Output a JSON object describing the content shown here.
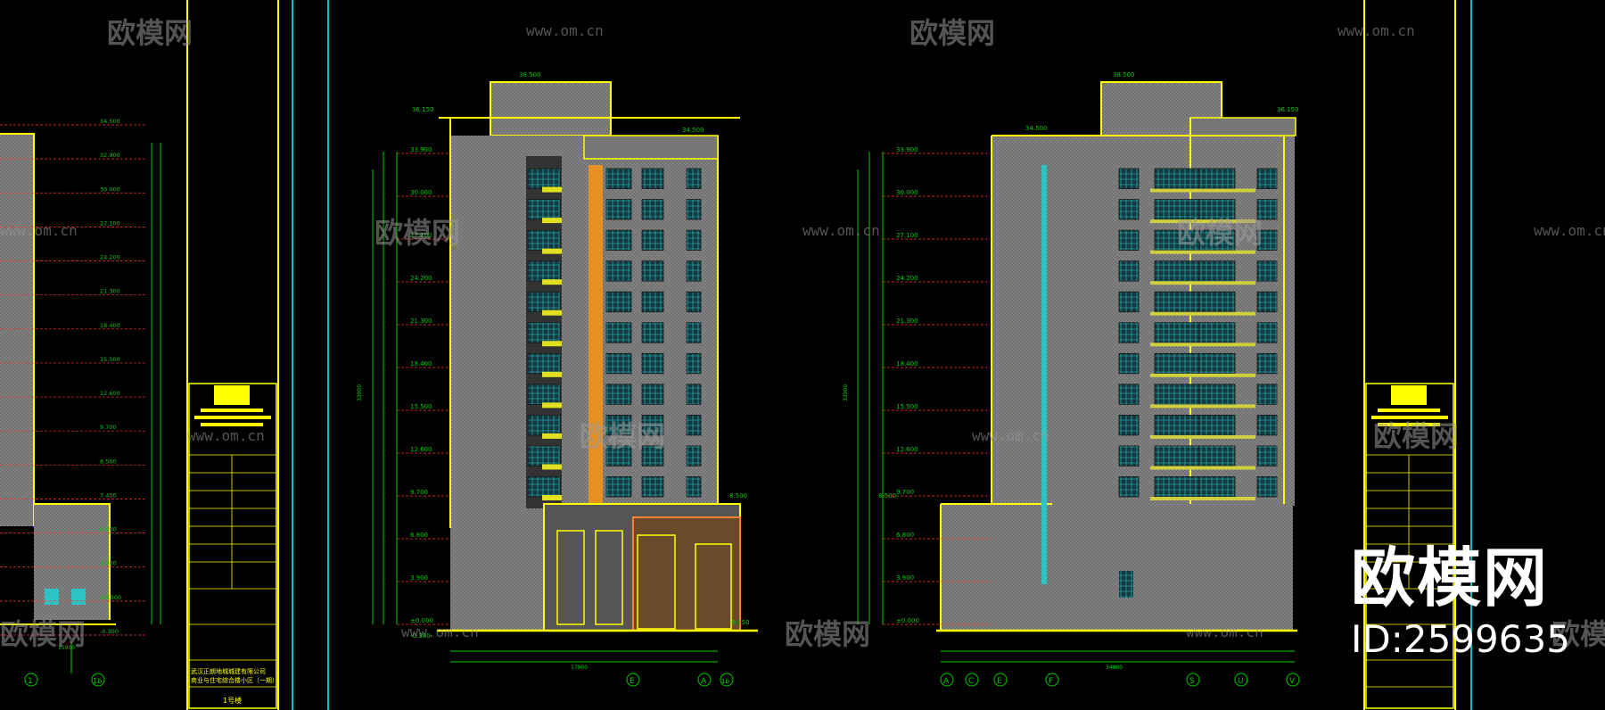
{
  "watermark": {
    "brand": "欧模网",
    "site": "www.om.cn",
    "big_brand": "欧模网",
    "id_text": "ID:2599635"
  },
  "colors": {
    "background": "#000000",
    "outline": "#ffff00",
    "facade": "#8a8a8a",
    "frame_cyan": "#00ffff",
    "dim_green": "#00cc00",
    "level_red": "#ff3030",
    "window": "#2ec4c4",
    "shop": "#ff8030"
  },
  "elevation_levels": [
    "33.900",
    "30.000",
    "27.100",
    "24.200",
    "21.300",
    "18.400",
    "15.500",
    "12.600",
    "9.700",
    "6.800",
    "3.900",
    "±0.000"
  ],
  "elevation_a": {
    "axis_labels": [
      "E",
      "A",
      "1b"
    ],
    "total_dim": "17900",
    "roof_levels": [
      "38.500",
      "36.150",
      "34.500"
    ],
    "side_level": "8.500",
    "base_level": "-0.150",
    "bottom_level": "-0.300",
    "height_total": "33900"
  },
  "elevation_b": {
    "axis_labels": [
      "A",
      "C",
      "E",
      "F",
      "S",
      "U",
      "V"
    ],
    "total_dim": "34800",
    "roof_levels": [
      "38.500",
      "36.150",
      "34.500"
    ],
    "side_level": "8.500",
    "height_total": "33900"
  },
  "left_partial": {
    "levels": [
      "34.500",
      "32.900",
      "30.000",
      "27.100",
      "24.200",
      "21.300",
      "18.400",
      "15.500",
      "12.600",
      "9.700",
      "8.500",
      "7.400",
      "6.800",
      "3.900",
      "±0.000",
      "-0.300"
    ],
    "axis_labels": [
      "1",
      "1b"
    ],
    "dim": "15900"
  },
  "title_block": {
    "company": "武汉正朗地城城建有限公司",
    "project": "商业与住宅综合楼小区（一期）",
    "sheet": "1号楼"
  }
}
